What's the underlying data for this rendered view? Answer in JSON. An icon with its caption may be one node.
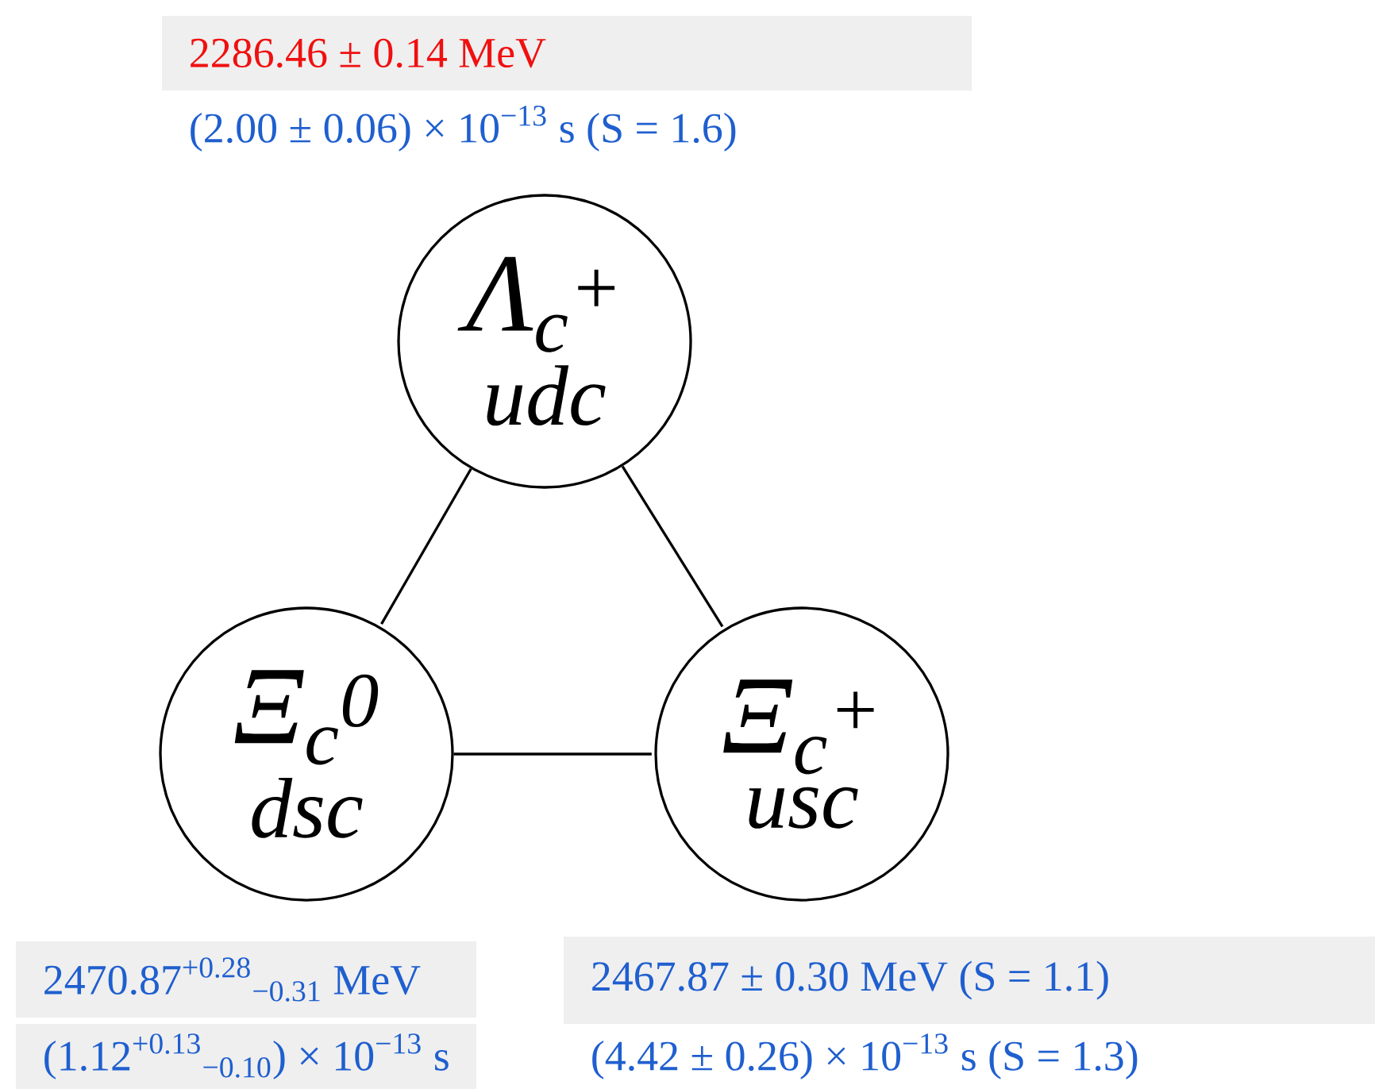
{
  "diagram": {
    "nodes": [
      {
        "text": [
          "Λ$_{c}$$^{+}$",
          "udc"
        ],
        "beside": [
          "2286.46 ± 0.14 MeV",
          "(2.00 ± 0.06) × 10$^{−13}$ s (S = 1.6)"
        ]
      },
      {
        "text": [
          "Ξ$_{c}$$^{0}$",
          "dsc"
        ],
        "beside": [
          "2470.87$^{+0.28}$$_{−0.31}$ MeV",
          "(1.12$^{+0.13}$$_{−0.10}$) × 10$^{−13}$ s"
        ]
      },
      {
        "text": [
          "Ξ$_{c}$$^{+}$",
          "usc"
        ],
        "beside": [
          "2467.87 ± 0.30 MeV (S = 1.1)",
          "(4.42 ± 0.26) × 10$^{−13}$ s (S = 1.3)"
        ]
      }
    ],
    "edges": [
      {
        "from": 0,
        "to": 1,
        "arrow": "none"
      },
      {
        "from": 0,
        "to": 2,
        "arrow": "none"
      },
      {
        "from": 1,
        "to": 2,
        "arrow": "none"
      }
    ]
  }
}
